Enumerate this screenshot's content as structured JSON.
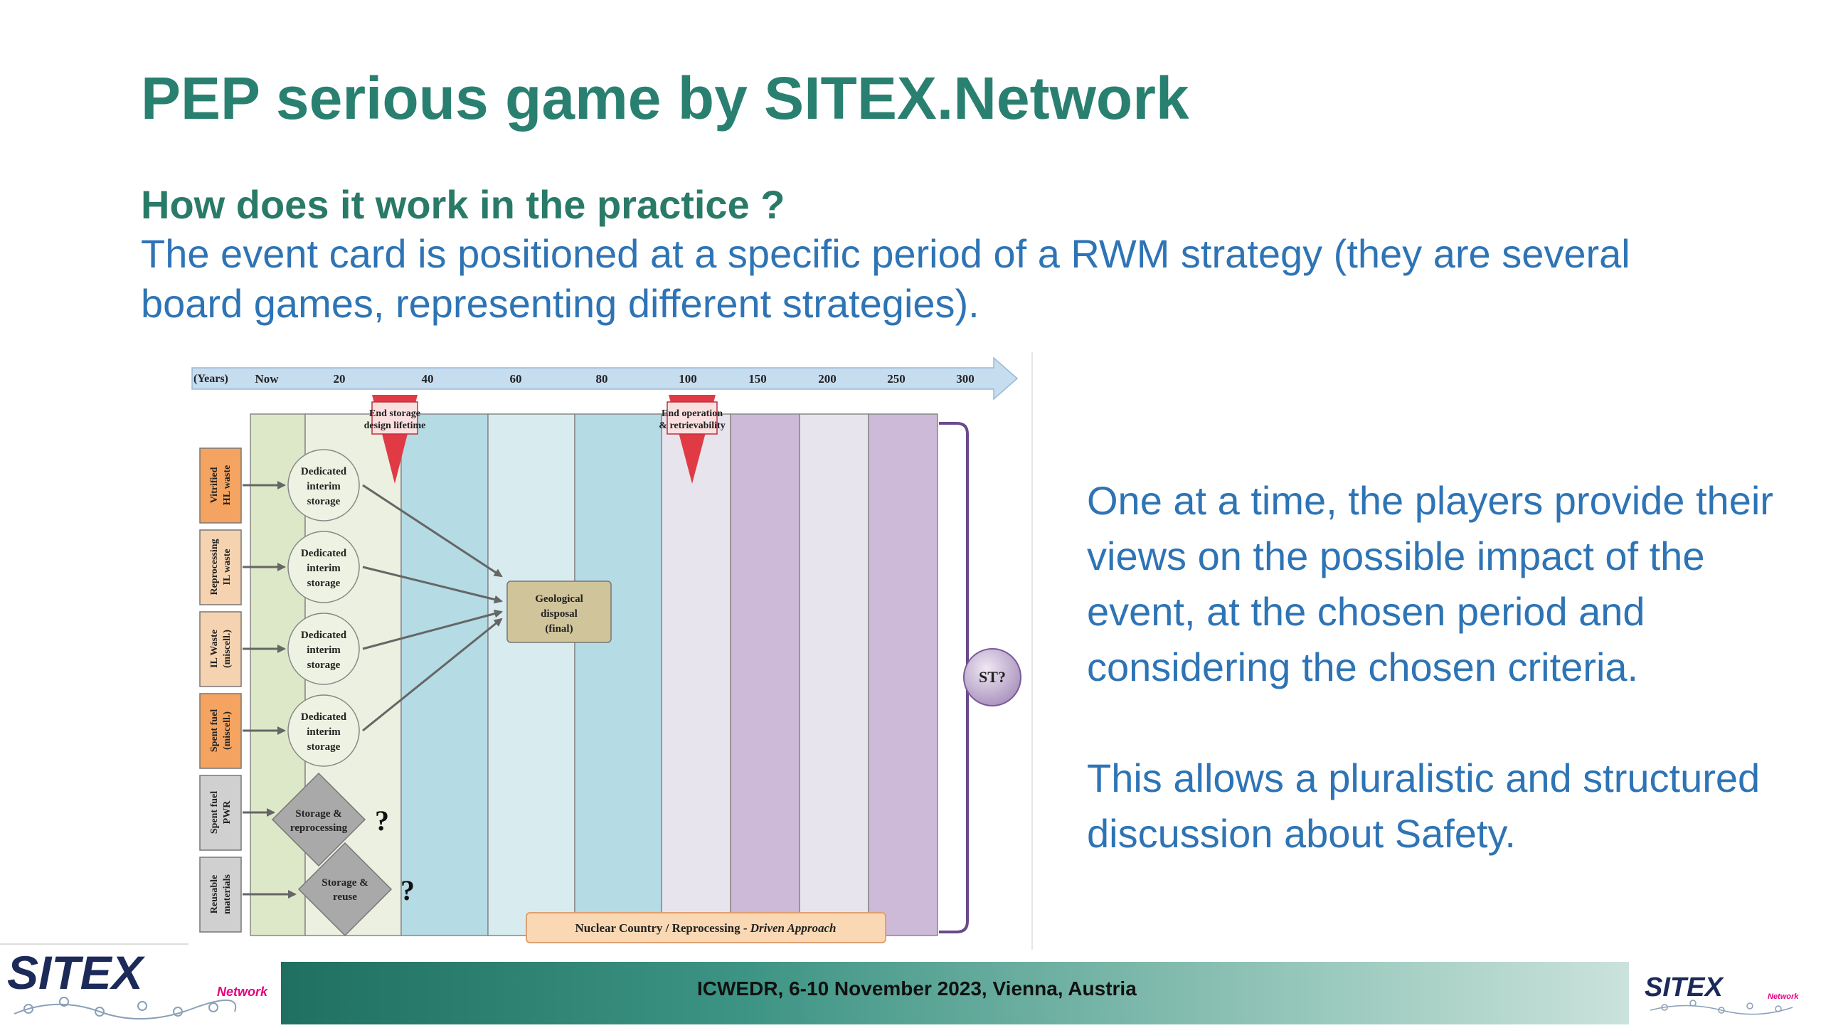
{
  "slide": {
    "title": "PEP serious game by SITEX.Network",
    "subtitle": "How does it work in the practice ?",
    "intro": "The event card is positioned at a specific period of a RWM strategy (they are several board games, representing different strategies).",
    "right_paragraphs": [
      "One at a time, the players provide their views on the possible impact of the event, at the chosen period and considering the chosen criteria.",
      "This allows a pluralistic and structured discussion about Safety."
    ]
  },
  "diagram": {
    "years_label": "(Years)",
    "ticks": [
      "Now",
      "20",
      "40",
      "60",
      "80",
      "100",
      "150",
      "200",
      "250",
      "300"
    ],
    "markers": [
      {
        "line1": "End storage",
        "line2": "design lifetime"
      },
      {
        "line1": "End operation",
        "line2": "& retrievability"
      }
    ],
    "rows": [
      {
        "line1": "Vitrified",
        "line2": "HL waste",
        "color": "#f4a460"
      },
      {
        "line1": "Reprocessing",
        "line2": "IL waste",
        "color": "#f6d3b0"
      },
      {
        "line1": "IL Waste",
        "line2": "(miscell.)",
        "color": "#f6d3b0"
      },
      {
        "line1": "Spent fuel",
        "line2": "(miscell.)",
        "color": "#f4a460"
      },
      {
        "line1": "Spent fuel",
        "line2": "PWR",
        "color": "#d0d0d0"
      },
      {
        "line1": "Reusable",
        "line2": "materials",
        "color": "#d0d0d0"
      }
    ],
    "storage_label": [
      "Dedicated",
      "interim",
      "storage"
    ],
    "diamond1": [
      "Storage &",
      "reprocessing"
    ],
    "diamond2": [
      "Storage &",
      "reuse"
    ],
    "question_mark": "?",
    "disposal": [
      "Geological",
      "disposal",
      "(final)"
    ],
    "st_label": "ST?",
    "approach": {
      "prefix": "Nuclear Country / Reprocessing - ",
      "italic": "Driven Approach"
    }
  },
  "footer": {
    "event_text": "ICWEDR, 6-10 November 2023, Vienna, Austria",
    "logo_word": "SITEX",
    "logo_suffix": "Network"
  },
  "colors": {
    "title_green": "#2a8070",
    "body_blue": "#2e74b5",
    "logo_navy": "#1c2a5a",
    "logo_pink": "#e5007e"
  }
}
